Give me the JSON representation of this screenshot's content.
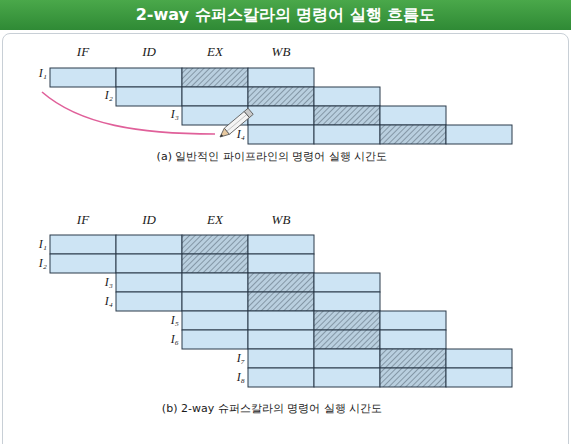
{
  "diagram": {
    "title": "2-way 슈퍼스칼라의 명령어 실행 흐름도",
    "labels": [
      "IF",
      "ID",
      "EX",
      "WB",
      "I₁",
      "I₂",
      "I₃",
      "I₄",
      "(a) 일반적인 파이프라인의 명령어 실행 시간도",
      "IF",
      "ID",
      "EX",
      "WB",
      "I₁",
      "I₂",
      "I₃",
      "I₄",
      "I₅",
      "I₆",
      "I₇",
      "I₈",
      "(b) 2-way 슈퍼스칼라의 명령어 실행 시간도"
    ]
  }
}
